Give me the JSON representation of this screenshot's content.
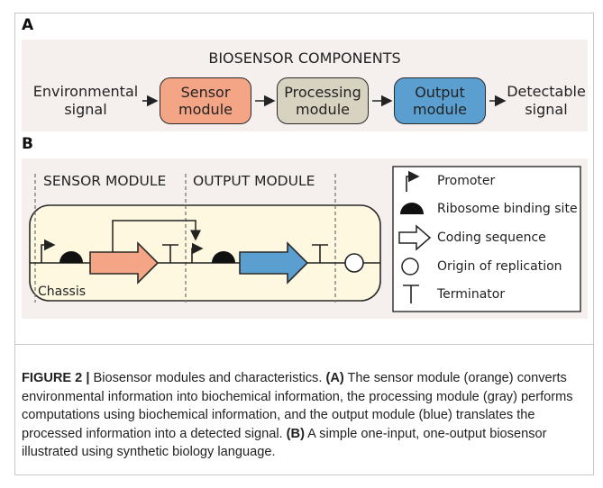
{
  "panel_a": {
    "letter": "A",
    "title": "BIOSENSOR COMPONENTS",
    "input_line1": "Environmental",
    "input_line2": "signal",
    "sensor_line1": "Sensor",
    "sensor_line2": "module",
    "processing_line1": "Processing",
    "processing_line2": "module",
    "output_line1": "Output",
    "output_line2": "module",
    "result_line1": "Detectable",
    "result_line2": "signal",
    "colors": {
      "sensor": "#f4a585",
      "processing": "#d8d2c1",
      "output": "#5b9fd0"
    }
  },
  "panel_b": {
    "letter": "B",
    "sensor_module_label": "SENSOR MODULE",
    "output_module_label": "OUTPUT MODULE",
    "chassis_label": "Chassis",
    "chassis_fill": "#fdf8df",
    "legend": [
      {
        "icon": "promoter-icon",
        "label": "Promoter"
      },
      {
        "icon": "ribosome-binding-site-icon",
        "label": "Ribosome binding site"
      },
      {
        "icon": "coding-sequence-icon",
        "label": "Coding sequence"
      },
      {
        "icon": "origin-of-replication-icon",
        "label": "Origin of replication"
      },
      {
        "icon": "terminator-icon",
        "label": "Terminator"
      }
    ]
  },
  "caption": {
    "figure_label": "FIGURE 2 |",
    "part1": " Biosensor modules and characteristics. ",
    "ref_a": "(A)",
    "part2": " The sensor module (orange) converts environmental information into biochemical information, the processing module (gray) performs computations using biochemical information, and the output module (blue) translates the processed information into a detected signal. ",
    "ref_b": "(B)",
    "part3": " A simple one-input, one-output biosensor illustrated using synthetic biology language."
  }
}
